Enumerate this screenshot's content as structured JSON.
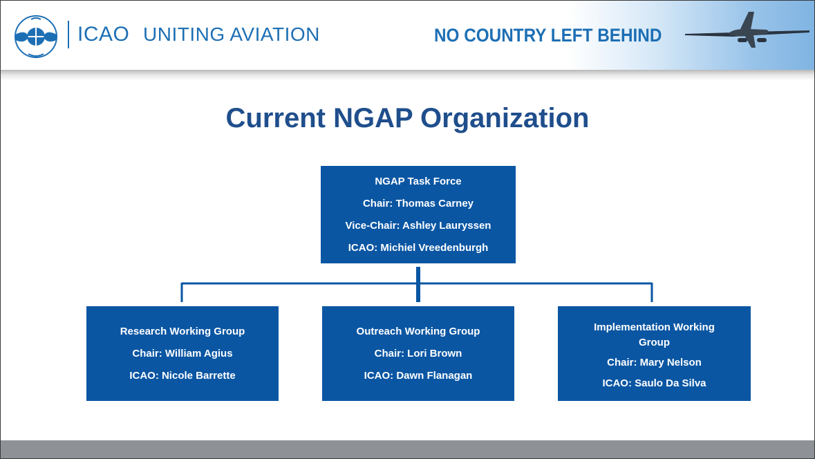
{
  "header": {
    "org_name": "ICAO",
    "slogan": "UNITING AVIATION",
    "tagline": "NO COUNTRY LEFT BEHIND"
  },
  "title": "Current NGAP Organization",
  "top_box": {
    "name": "NGAP Task Force",
    "chair": "Chair: Thomas Carney",
    "vice_chair": "Vice-Chair: Ashley Lauryssen",
    "icao": "ICAO: Michiel Vreedenburgh"
  },
  "groups": [
    {
      "name": "Research Working Group",
      "chair": "Chair: William Agius",
      "icao": "ICAO: Nicole Barrette"
    },
    {
      "name": "Outreach Working Group",
      "chair": "Chair: Lori Brown",
      "icao": "ICAO: Dawn Flanagan"
    },
    {
      "name": "Implementation Working Group",
      "chair": "Chair: Mary Nelson",
      "icao": "ICAO: Saulo Da Silva"
    }
  ],
  "colors": {
    "box_fill": "#0a56a3",
    "connector": "#0a56a3",
    "title": "#1f4e8c",
    "brand_blue": "#1d6fb4",
    "footer": "#8e9297"
  }
}
